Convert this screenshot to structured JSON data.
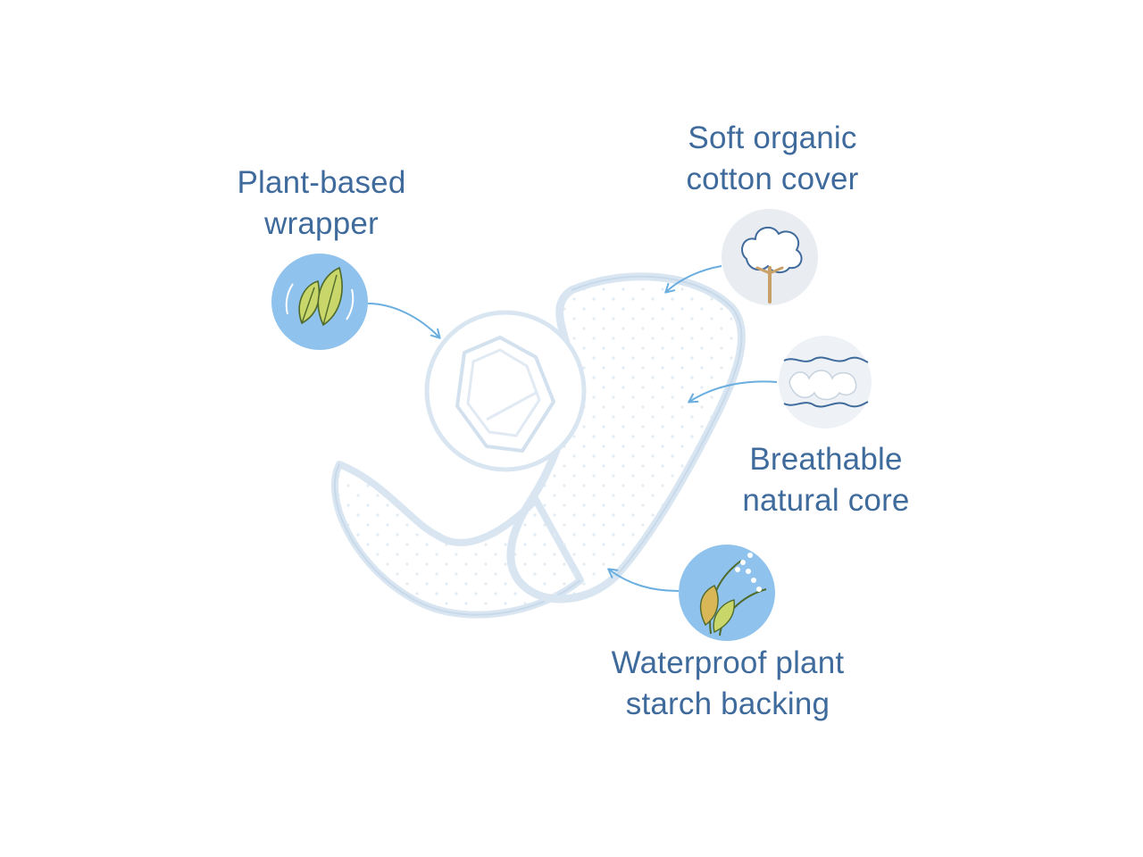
{
  "labels": {
    "wrapper": {
      "line1": "Plant-based",
      "line2": "wrapper"
    },
    "cover": {
      "line1": "Soft organic",
      "line2": "cotton cover"
    },
    "core": {
      "line1": "Breathable",
      "line2": "natural core"
    },
    "backing": {
      "line1": "Waterproof plant",
      "line2": "starch backing"
    }
  },
  "icons": {
    "wrapper": "leaf-recycle-icon",
    "cover": "cotton-boll-icon",
    "core": "fluffy-core-icon",
    "backing": "wheat-stalk-icon"
  },
  "colors": {
    "text": "#3f6a9c",
    "arrow": "#6aaee0",
    "icon_circle_blue": "#8fc2ec",
    "icon_circle_grey": "#e9edf1",
    "pad_outline": "#d9e6f2",
    "leaf_green": "#c9d66a",
    "wheat_gold": "#d9b656"
  }
}
